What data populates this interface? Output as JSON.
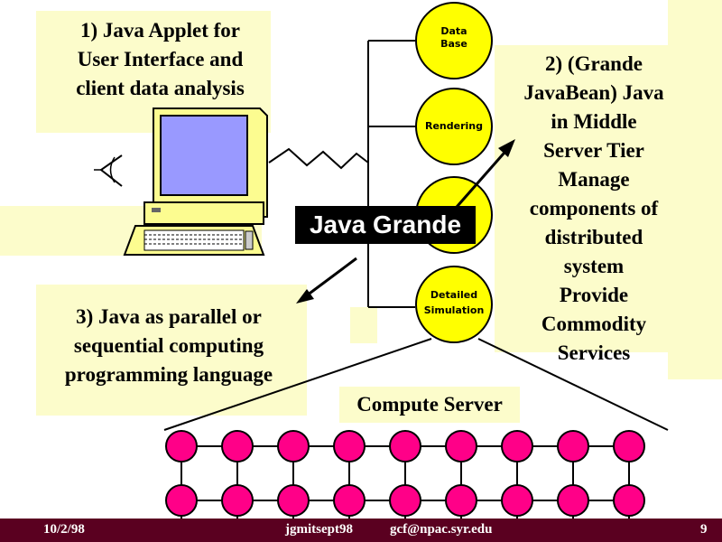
{
  "slide": {
    "box1_lines": [
      "1) Java Applet for",
      "User Interface and",
      "client data analysis"
    ],
    "box2_lines": [
      "2) (Grande",
      "JavaBean) Java",
      "in Middle",
      "Server Tier",
      "Manage",
      "components of",
      "distributed",
      "system",
      "Provide",
      "Commodity",
      "Services"
    ],
    "box3_lines": [
      "3) Java as parallel or",
      "sequential computing",
      "programming language"
    ],
    "java_grande_label": "Java Grande",
    "compute_server_label": "Compute Server",
    "nodes": [
      {
        "lines": [
          "Data",
          "Base"
        ]
      },
      {
        "lines": [
          "Rendering"
        ]
      },
      {
        "lines": [
          ""
        ]
      },
      {
        "lines": [
          "Detailed",
          "Simulation"
        ]
      }
    ]
  },
  "footer": {
    "date": "10/2/98",
    "file": "jgmitsept98",
    "email": "gcf@npac.syr.edu",
    "page": "9"
  },
  "colors": {
    "cream": "#fcfccb",
    "node_yellow": "#ffff00",
    "mesh_pink": "#ff0088",
    "footer_bg": "#5a0020",
    "monitor_screen": "#9999ff"
  }
}
